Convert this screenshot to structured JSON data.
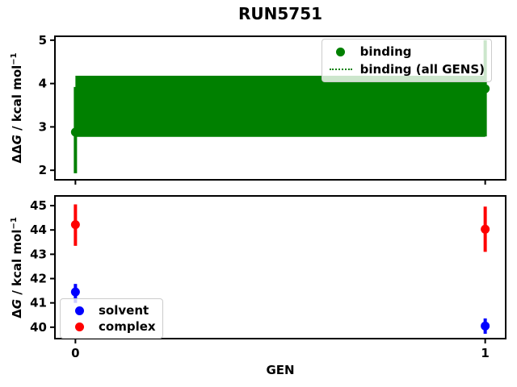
{
  "figure": {
    "title": "RUN5751",
    "background": "#ffffff"
  },
  "labels": {
    "top_y": {
      "pre": "ΔΔ",
      "var": "G",
      "units": " / kcal mol",
      "exp": "−1"
    },
    "bottom_y": {
      "pre": "Δ",
      "var": "G",
      "units": " / kcal mol",
      "exp": "−1"
    },
    "x": "GEN"
  },
  "chart_data": [
    {
      "type": "scatter",
      "title": "RUN5751",
      "xlabel": "",
      "ylabel": "ΔΔG / kcal mol⁻¹",
      "xlim": [
        -0.05,
        1.05
      ],
      "ylim": [
        1.78,
        5.09
      ],
      "xticks": [
        0,
        1
      ],
      "yticks": [
        2,
        3,
        4,
        5
      ],
      "x_tick_labels_visible": false,
      "grid": false,
      "legend_position": "upper right",
      "series": [
        {
          "name": "binding",
          "type": "scatter-errorbar",
          "marker": "circle",
          "color": "#008000",
          "x": [
            0,
            1
          ],
          "y": [
            2.88,
            3.88
          ],
          "ylo": [
            1.93,
            2.78
          ],
          "yhi": [
            3.92,
            5.0
          ]
        },
        {
          "name": "binding (all GENS)",
          "type": "band",
          "linestyle": "dotted",
          "color": "#008000",
          "band": {
            "x": [
              0,
              1
            ],
            "lower": 2.77,
            "upper": 4.18
          }
        }
      ]
    },
    {
      "type": "scatter",
      "title": "",
      "xlabel": "GEN",
      "ylabel": "ΔG / kcal mol⁻¹",
      "xlim": [
        -0.05,
        1.05
      ],
      "ylim": [
        39.53,
        45.4
      ],
      "xticks": [
        0,
        1
      ],
      "yticks": [
        40,
        41,
        42,
        43,
        44,
        45
      ],
      "x_tick_labels_visible": true,
      "grid": false,
      "legend_position": "lower left",
      "series": [
        {
          "name": "solvent",
          "type": "scatter-errorbar",
          "marker": "circle",
          "color": "#0000ff",
          "x": [
            0,
            1
          ],
          "y": [
            41.45,
            40.05
          ],
          "ylo": [
            41.0,
            39.73
          ],
          "yhi": [
            41.78,
            40.36
          ]
        },
        {
          "name": "complex",
          "type": "scatter-errorbar",
          "marker": "circle",
          "color": "#ff0000",
          "x": [
            0,
            1
          ],
          "y": [
            44.22,
            44.03
          ],
          "ylo": [
            43.35,
            43.1
          ],
          "yhi": [
            45.05,
            44.96
          ]
        }
      ]
    }
  ]
}
